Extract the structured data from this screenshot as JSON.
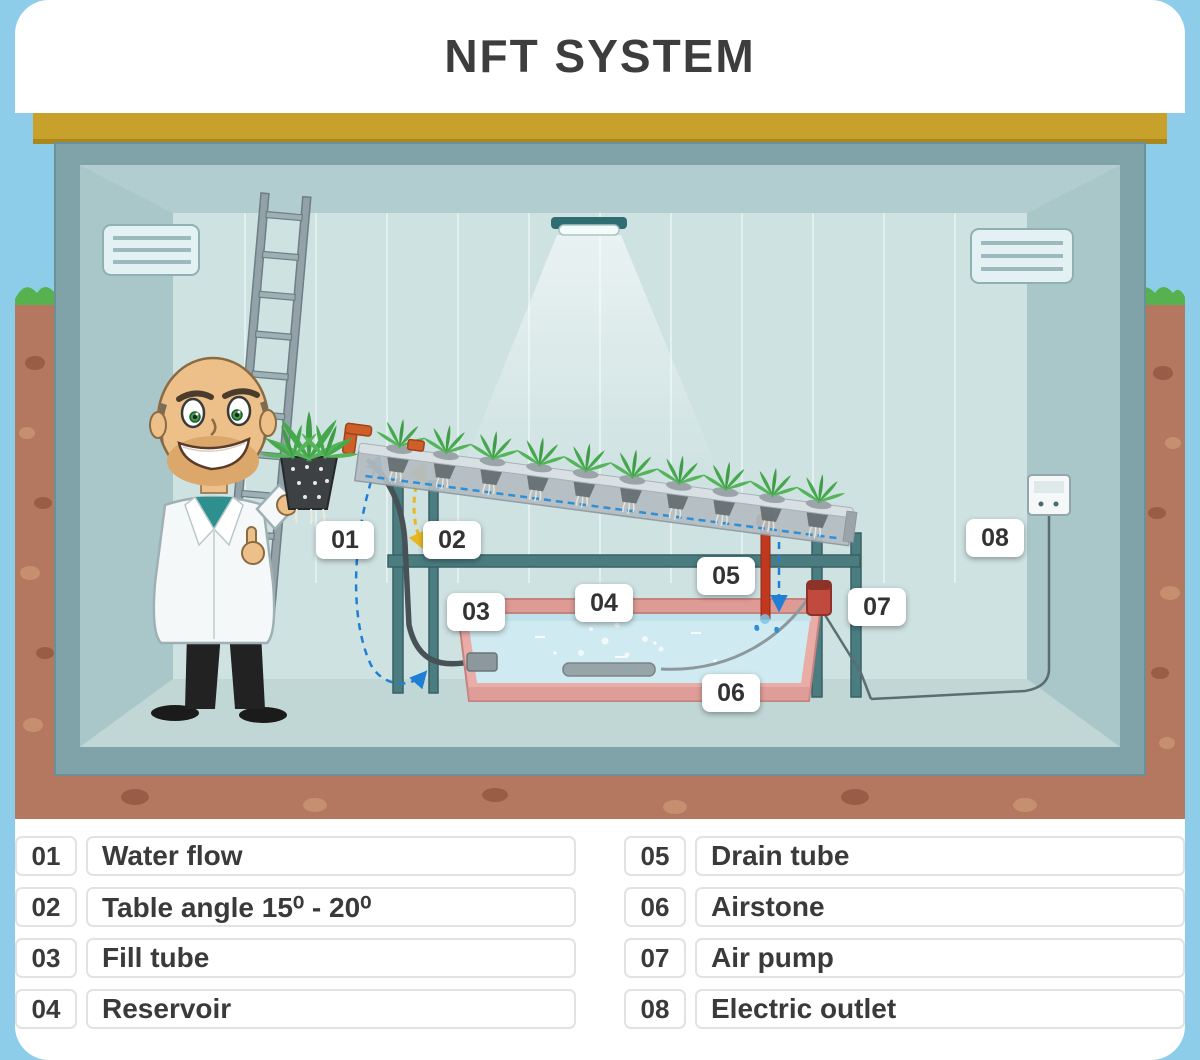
{
  "title": "NFT SYSTEM",
  "labels": {
    "n01": "01",
    "n02": "02",
    "n03": "03",
    "n04": "04",
    "n05": "05",
    "n06": "06",
    "n07": "07",
    "n08": "08"
  },
  "legend": [
    {
      "num": "01",
      "label": "Water flow"
    },
    {
      "num": "02",
      "label": "Table angle 15⁰ - 20⁰"
    },
    {
      "num": "03",
      "label": "Fill tube"
    },
    {
      "num": "04",
      "label": "Reservoir"
    },
    {
      "num": "05",
      "label": "Drain tube"
    },
    {
      "num": "06",
      "label": "Airstone"
    },
    {
      "num": "07",
      "label": "Air pump"
    },
    {
      "num": "08",
      "label": "Electric outlet"
    }
  ],
  "colors": {
    "sky": "#8ecde9",
    "soil": "#b3785f",
    "gold_band": "#c7a12b",
    "room_wall": "#c6dcdc",
    "reservoir": "#e9aca7",
    "water": "#cfeaf0",
    "plant_green": "#46a84c",
    "drain_tube_red": "#c0391f",
    "flow_arrow_blue": "#1f7fd4",
    "text": "#3a3a3a"
  }
}
